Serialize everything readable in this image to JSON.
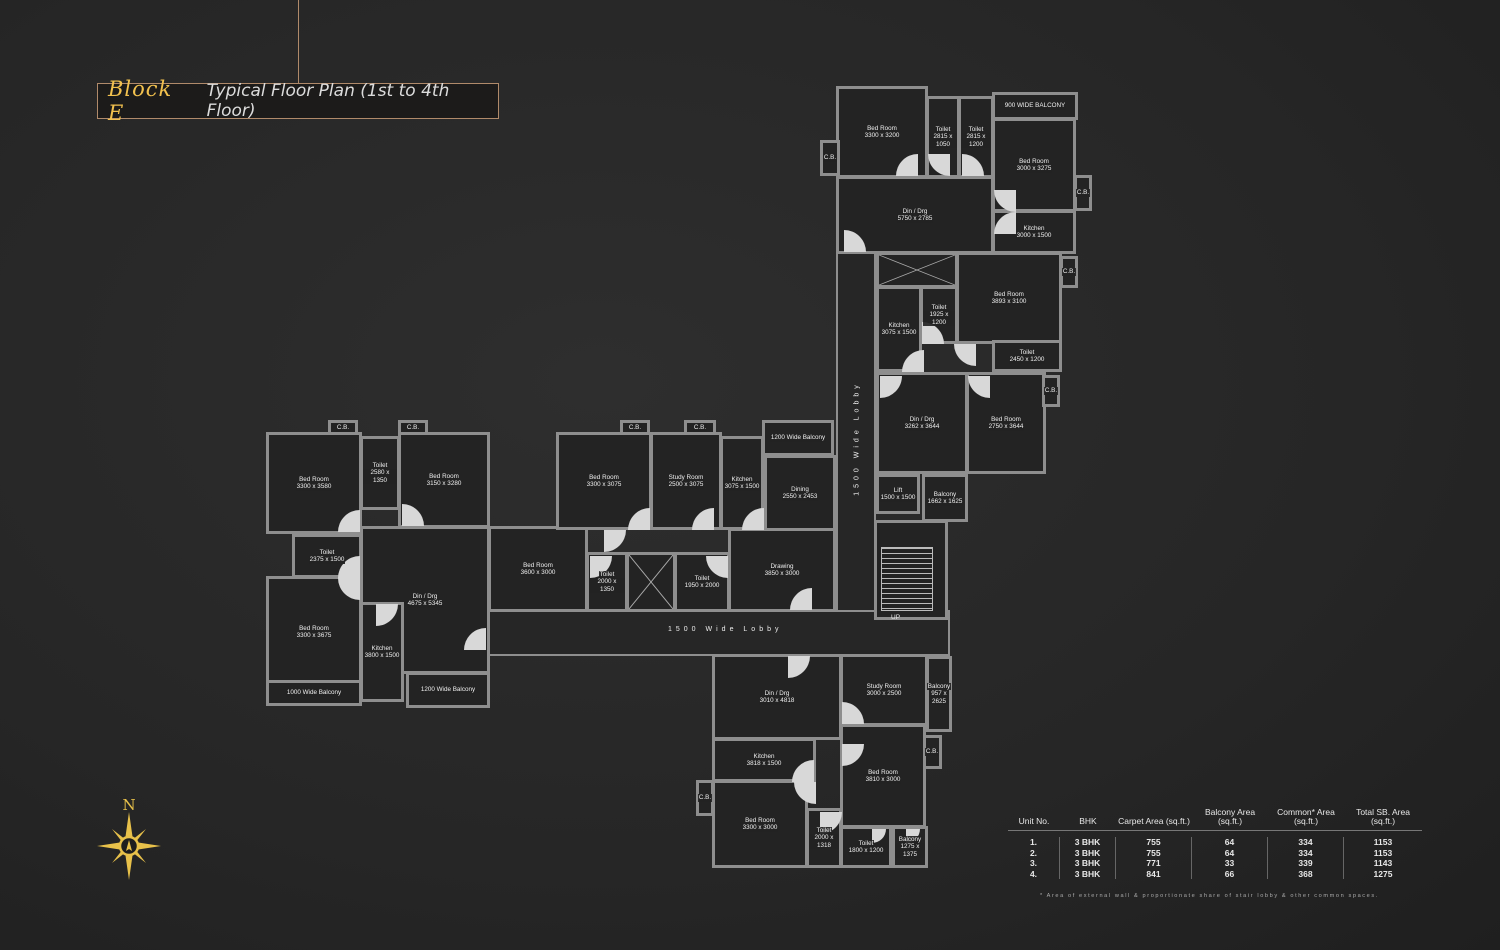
{
  "title": {
    "block": "Block E",
    "main": "Typical Floor Plan  (1st to 4th Floor)"
  },
  "compass_label": "N",
  "lobby_labels": {
    "horizontal": "1500 Wide Lobby",
    "vertical": "1500 Wide Lobby"
  },
  "stair_label": "UP",
  "rooms": [
    {
      "name": "Bed Room",
      "size": "3300 x 3200"
    },
    {
      "name": "Toilet",
      "size": "2815 x 1050"
    },
    {
      "name": "Toilet",
      "size": "2815 x 1200"
    },
    {
      "name": "900 WIDE BALCONY",
      "size": ""
    },
    {
      "name": "Bed Room",
      "size": "3000 x 3275"
    },
    {
      "name": "C.B.",
      "size": ""
    },
    {
      "name": "C.B.",
      "size": ""
    },
    {
      "name": "Din / Drg",
      "size": "5750 x 2785"
    },
    {
      "name": "Kitchen",
      "size": "3000 x 1500"
    },
    {
      "name": "",
      "size": ""
    },
    {
      "name": "Kitchen",
      "size": "3075 x 1500"
    },
    {
      "name": "Toilet",
      "size": "1925 x 1200"
    },
    {
      "name": "Bed Room",
      "size": "3893 x 3100"
    },
    {
      "name": "C.B.",
      "size": ""
    },
    {
      "name": "Toilet",
      "size": "2450 x 1200"
    },
    {
      "name": "Din / Drg",
      "size": "3262 x 3644"
    },
    {
      "name": "Bed Room",
      "size": "2750 x 3644"
    },
    {
      "name": "C.B.",
      "size": ""
    },
    {
      "name": "Lift",
      "size": "1500 x 1500"
    },
    {
      "name": "Balcony",
      "size": "1662 x 1625"
    },
    {
      "name": "C.B.",
      "size": ""
    },
    {
      "name": "C.B.",
      "size": ""
    },
    {
      "name": "Bed Room",
      "size": "3300 x 3580"
    },
    {
      "name": "Toilet",
      "size": "2580 x 1350"
    },
    {
      "name": "Bed Room",
      "size": "3150 x 3280"
    },
    {
      "name": "Toilet",
      "size": "2375 x 1500"
    },
    {
      "name": "Bed Room",
      "size": "3300 x 3675"
    },
    {
      "name": "Din / Drg",
      "size": "4675 x 5345"
    },
    {
      "name": "Kitchen",
      "size": "3800 x 1500"
    },
    {
      "name": "1000 Wide Balcony",
      "size": ""
    },
    {
      "name": "1200 Wide Balcony",
      "size": ""
    },
    {
      "name": "Bed Room",
      "size": "3600 x 3000"
    },
    {
      "name": "C.B.",
      "size": ""
    },
    {
      "name": "C.B.",
      "size": ""
    },
    {
      "name": "Bed Room",
      "size": "3300 x 3075"
    },
    {
      "name": "Study Room",
      "size": "2500 x 3075"
    },
    {
      "name": "Kitchen",
      "size": "3075 x 1500"
    },
    {
      "name": "1200 Wide Balcony",
      "size": ""
    },
    {
      "name": "Dining",
      "size": "2550 x 2453"
    },
    {
      "name": "Toilet",
      "size": "2000 x 1350"
    },
    {
      "name": "",
      "size": ""
    },
    {
      "name": "Toilet",
      "size": "1950 x 2000"
    },
    {
      "name": "Drawing",
      "size": "3850 x 3000"
    },
    {
      "name": "Din / Drg",
      "size": "3010 x 4818"
    },
    {
      "name": "Study Room",
      "size": "3000 x 2500"
    },
    {
      "name": "Balcony",
      "size": "957 x 2625"
    },
    {
      "name": "C.B.",
      "size": ""
    },
    {
      "name": "Kitchen",
      "size": "3818 x 1500"
    },
    {
      "name": "Bed Room",
      "size": "3810 x 3000"
    },
    {
      "name": "C.B.",
      "size": ""
    },
    {
      "name": "Bed Room",
      "size": "3300 x 3000"
    },
    {
      "name": "Toilet",
      "size": "2000 x 1318"
    },
    {
      "name": "Toilet",
      "size": "1800 x 1200"
    },
    {
      "name": "Balcony",
      "size": "1275 x 1375"
    }
  ],
  "area_table": {
    "headers": [
      "Unit No.",
      "BHK",
      "Carpet Area (sq.ft.)",
      "Balcony Area (sq.ft.)",
      "Common* Area (sq.ft.)",
      "Total SB. Area (sq.ft.)"
    ],
    "columns": [
      [
        "1.",
        "2.",
        "3.",
        "4."
      ],
      [
        "3 BHK",
        "3 BHK",
        "3 BHK",
        "3 BHK"
      ],
      [
        "755",
        "755",
        "771",
        "841"
      ],
      [
        "64",
        "64",
        "33",
        "66"
      ],
      [
        "334",
        "334",
        "339",
        "368"
      ],
      [
        "1153",
        "1153",
        "1143",
        "1275"
      ]
    ],
    "footnote": "* Area of external wall & proportionate share of stair lobby & other common spaces."
  },
  "colors": {
    "accent": "#f2c14e",
    "frame": "#b08a6a",
    "wall": "#8e8e8e",
    "background": "#262626"
  }
}
